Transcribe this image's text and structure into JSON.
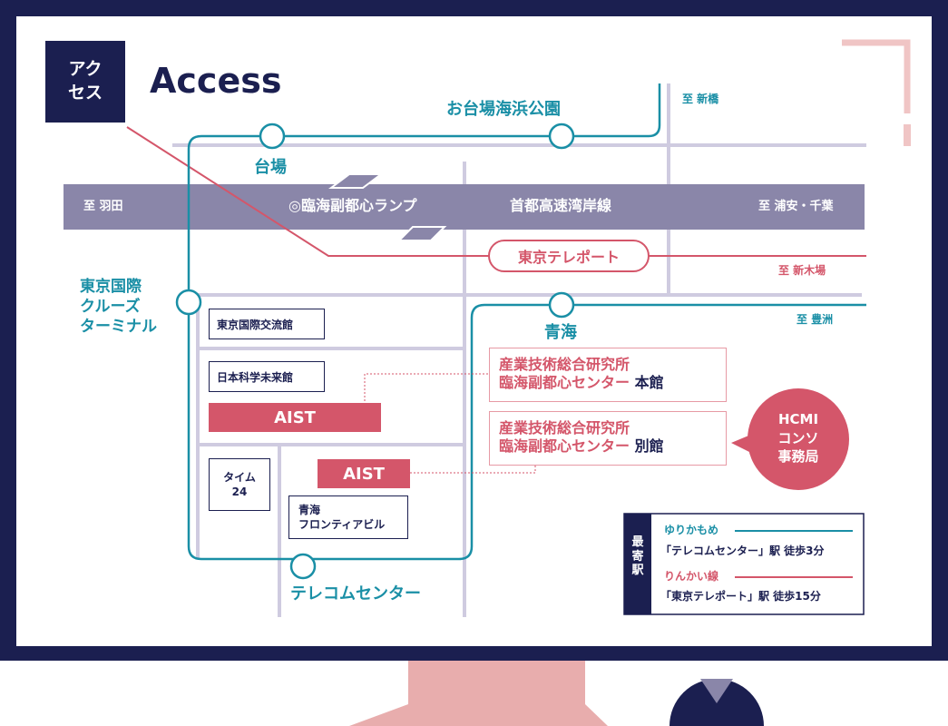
{
  "header": {
    "badge": [
      "アク",
      "セス"
    ],
    "title": "Access"
  },
  "colors": {
    "navy": "#1b1f50",
    "teal": "#1a8fa6",
    "pink": "#d4566a",
    "highway": "#8a86a9",
    "road": "#cfcbe0"
  },
  "highway": {
    "left_label": "至 羽田",
    "ramp_label": "◎臨海副都心ランプ",
    "name": "首都高速湾岸線",
    "right_label": "至 浦安・千葉"
  },
  "stations": {
    "odaiba_kaihin": "お台場海浜公園",
    "daiba": "台場",
    "cruise_terminal": [
      "東京国際",
      "クルーズ",
      "ターミナル"
    ],
    "aomi": "青海",
    "telecom_center": "テレコムセンター",
    "tokyo_teleport": "東京テレポート"
  },
  "directions": {
    "shinbashi": "至 新橋",
    "shinkiba": "至 新木場",
    "toyosu": "至 豊洲"
  },
  "buildings": {
    "exchange_hall": "東京国際交流館",
    "miraikan": "日本科学未来館",
    "aist_1": "AIST",
    "aist_2": "AIST",
    "times24": [
      "タイム",
      "24"
    ],
    "frontier": [
      "青海",
      "フロンティアビル"
    ]
  },
  "aist_main": {
    "line1": "産業技術総合研究所",
    "line2": "臨海副都心センター",
    "suffix": "本館"
  },
  "aist_annex": {
    "line1": "産業技術総合研究所",
    "line2": "臨海副都心センター",
    "suffix": "別館"
  },
  "hcmi": [
    "HCMI",
    "コンソ",
    "事務局"
  ],
  "nearest": {
    "label": "最寄駅",
    "yurikamome": "ゆりかもめ",
    "yurikamome_access": "「テレコムセンター」駅 徒歩3分",
    "rinkai": "りんかい線",
    "rinkai_access": "「東京テレポート」駅 徒歩15分"
  }
}
